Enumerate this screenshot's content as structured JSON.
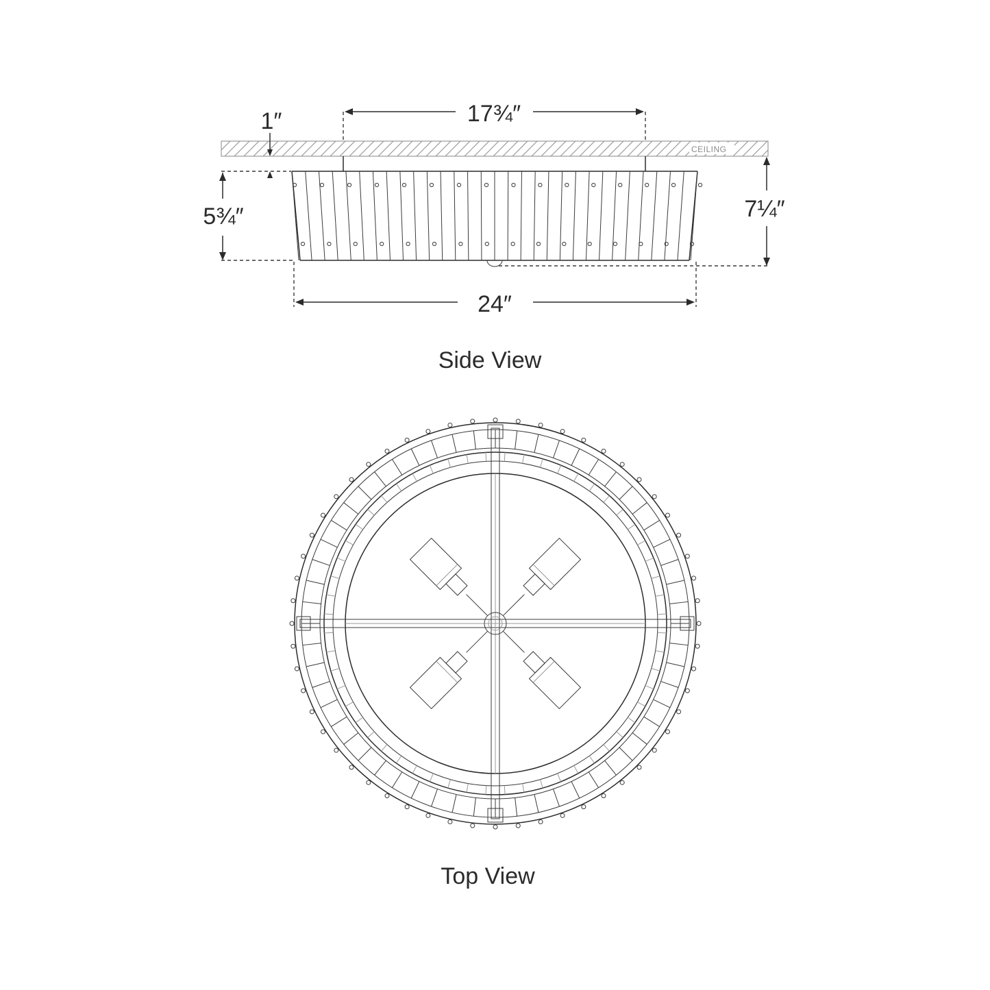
{
  "dimensions": {
    "top_width": "17¾″",
    "ceiling_gap": "1″",
    "body_height": "5¾″",
    "overall_height": "7¼″",
    "overall_width": "24″"
  },
  "ceiling_label": "CEILING",
  "views": {
    "side": "Side View",
    "top": "Top View"
  },
  "colors": {
    "line": "#2b2b2b",
    "ceiling_hatch": "#9a9a9a",
    "background": "#ffffff"
  }
}
